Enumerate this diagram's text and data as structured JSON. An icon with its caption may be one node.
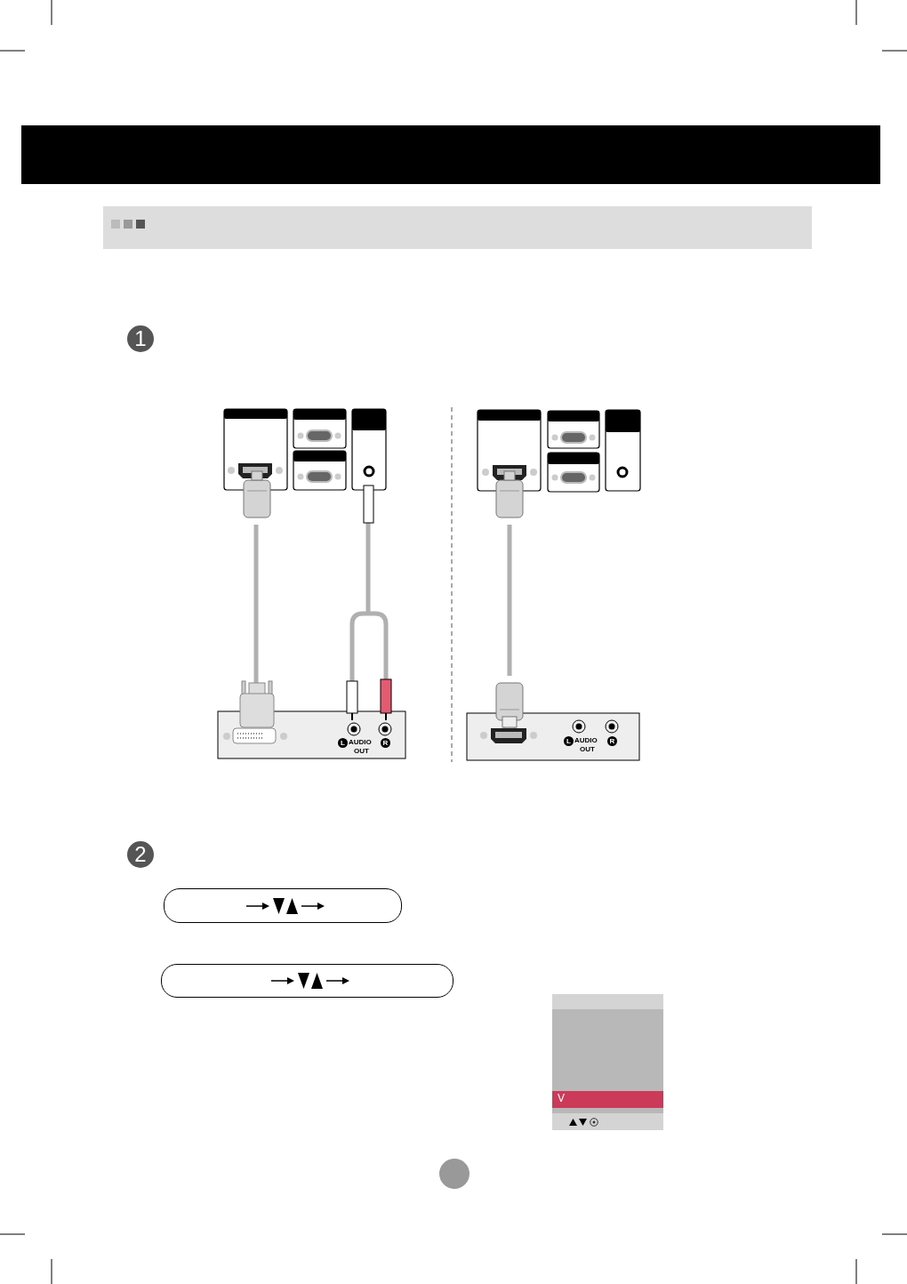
{
  "diagram": {
    "nodes": [
      {
        "text": [],
        "shape": "box"
      },
      {
        "text": [],
        "shape": "box"
      }
    ],
    "labels": [
      "1",
      "L",
      "AUDIO",
      "R",
      "OUT",
      "L",
      "AUDIO",
      "R",
      "OUT",
      "2",
      "V"
    ]
  }
}
